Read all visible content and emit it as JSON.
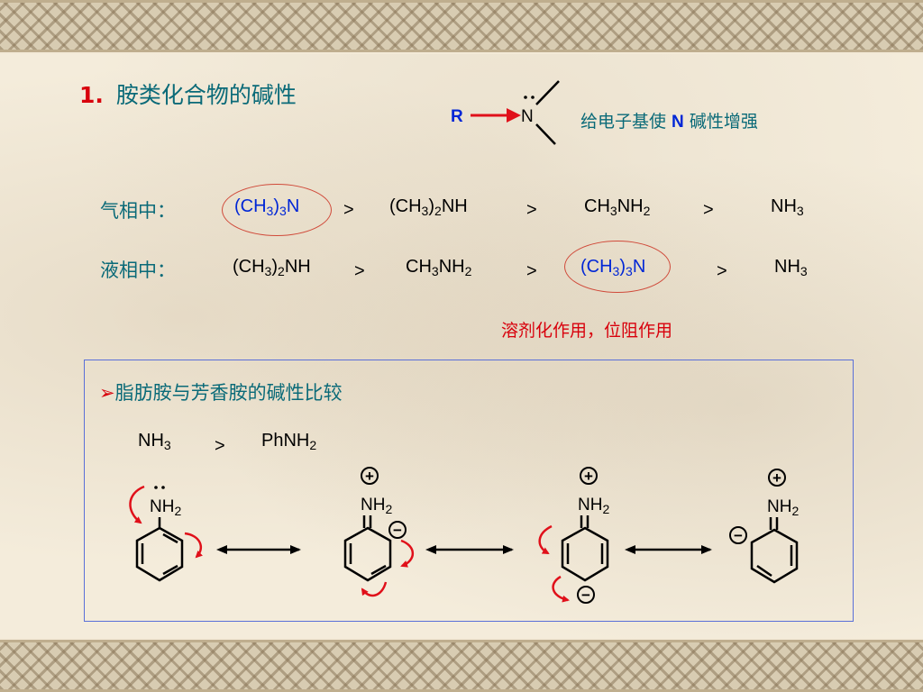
{
  "title": {
    "number": "1.",
    "text": "胺类化合物的碱性"
  },
  "top_diagram": {
    "r_label": "R",
    "n_label": "N",
    "caption_pre": "给电子基使 ",
    "caption_n": "N",
    "caption_post": " 碱性增强"
  },
  "gas_phase": {
    "label": "气相中：",
    "items": [
      {
        "main": "(CH",
        "sub": "3",
        "mid": ")",
        "sub2": "3",
        "tail": "N"
      },
      {
        "main": "(CH",
        "sub": "3",
        "mid": ")",
        "sub2": "2",
        "tail": "NH"
      },
      {
        "main": "CH",
        "sub": "3",
        "mid": "NH",
        "sub2": "2",
        "tail": ""
      },
      {
        "main": "NH",
        "sub": "3",
        "mid": "",
        "sub2": "",
        "tail": ""
      }
    ],
    "gt": ">"
  },
  "liquid_phase": {
    "label": "液相中：",
    "items": [
      {
        "main": "(CH",
        "sub": "3",
        "mid": ")",
        "sub2": "2",
        "tail": "NH"
      },
      {
        "main": "CH",
        "sub": "3",
        "mid": "NH",
        "sub2": "2",
        "tail": ""
      },
      {
        "main": "(CH",
        "sub": "3",
        "mid": ")",
        "sub2": "3",
        "tail": "N"
      },
      {
        "main": "NH",
        "sub": "3",
        "mid": "",
        "sub2": "",
        "tail": ""
      }
    ],
    "gt": ">"
  },
  "effect_note": "溶剂化作用，位阻作用",
  "section": {
    "bullet": "➢",
    "title": "脂肪胺与芳香胺的碱性比较",
    "compare": {
      "left_main": "NH",
      "left_sub": "3",
      "gt": ">",
      "right_main": "PhNH",
      "right_sub": "2"
    },
    "nh2_main": "NH",
    "nh2_sub": "2",
    "plus": "+",
    "minus": "−"
  },
  "colors": {
    "title_number": "#d8000c",
    "chinese_text": "#0a6a78",
    "highlight": "#0026d6",
    "note": "#d8000c",
    "arrow_red": "#e0101a",
    "circle": "#d04a3a",
    "box_border": "#5a6fd8"
  }
}
